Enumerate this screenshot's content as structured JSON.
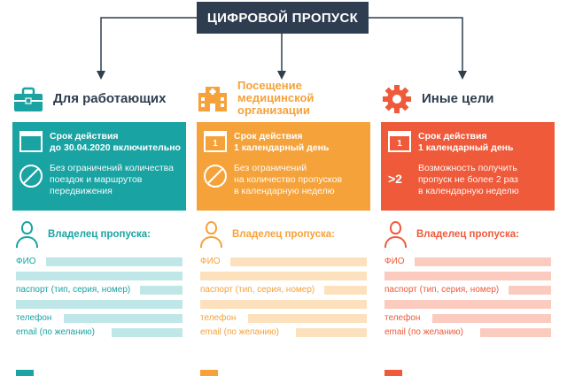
{
  "title": "ЦИФРОВОЙ ПРОПУСК",
  "columns": [
    {
      "color": "#1aa3a3",
      "light": "#bfe7e7",
      "icon": "briefcase-icon",
      "heading": [
        "Для работающих"
      ],
      "duration": [
        "Срок действия",
        "до 30.04.2020 включительно"
      ],
      "calendar_number": "",
      "restriction_icon": "no-sign-icon",
      "restriction": [
        "Без ограничений количества",
        "поездок и маршрутов",
        "передвижения"
      ]
    },
    {
      "color": "#f5a23a",
      "light": "#fde1bd",
      "icon": "hospital-icon",
      "heading": [
        "Посещение",
        "медицинской",
        "организации"
      ],
      "duration": [
        "Срок действия",
        "1 календарный день"
      ],
      "calendar_number": "1",
      "restriction_icon": "no-sign-icon",
      "restriction": [
        "Без ограничений",
        "на количество пропусков",
        "в календарную неделю"
      ]
    },
    {
      "color": "#ee5a3a",
      "light": "#fbcbbf",
      "icon": "gear-icon",
      "heading": [
        "Иные цели"
      ],
      "duration": [
        "Срок действия",
        "1 календарный день"
      ],
      "calendar_number": "1",
      "restriction_icon": ">2",
      "restriction": [
        "Возможность получить",
        "пропуск не более 2 раз",
        "в календарную неделю"
      ]
    }
  ],
  "owner_label": "Владелец пропуска:",
  "fields": {
    "name": "ФИО",
    "passport": "паспорт (тип, серия, номер)",
    "phone": "телефон",
    "email": "email (по желанию)"
  }
}
